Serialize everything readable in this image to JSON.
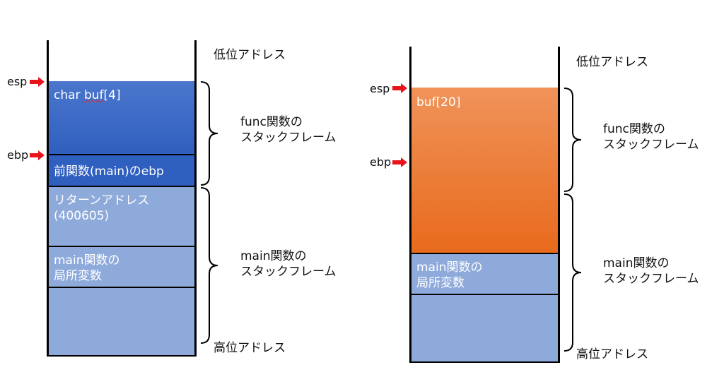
{
  "colors": {
    "func_left_top": "#4a76cc",
    "func_left_bottom": "#2f5fbf",
    "caller_block": "#8eaadb",
    "func_right_top": "#f0935a",
    "func_right_bottom": "#e86a1c",
    "arrow": "#e8131b",
    "line": "#000000"
  },
  "left": {
    "esp": "esp",
    "ebp": "ebp",
    "buf_label_a": "char ",
    "buf_label_b": "buf",
    "buf_label_c": "[4]",
    "saved_ebp": "前関数(main)のebp",
    "return_address": "リターンアドレス\n(400605)",
    "main_locals": "main関数の\n局所変数",
    "low_address": "低位アドレス",
    "high_address": "高位アドレス",
    "func_frame": "func関数の\nスタックフレーム",
    "main_frame": "main関数の\nスタックフレーム"
  },
  "right": {
    "esp": "esp",
    "ebp": "ebp",
    "buf_label": "buf[20]",
    "main_locals": "main関数の\n局所変数",
    "low_address": "低位アドレス",
    "high_address": "高位アドレス",
    "func_frame": "func関数の\nスタックフレーム",
    "main_frame": "main関数の\nスタックフレーム"
  }
}
